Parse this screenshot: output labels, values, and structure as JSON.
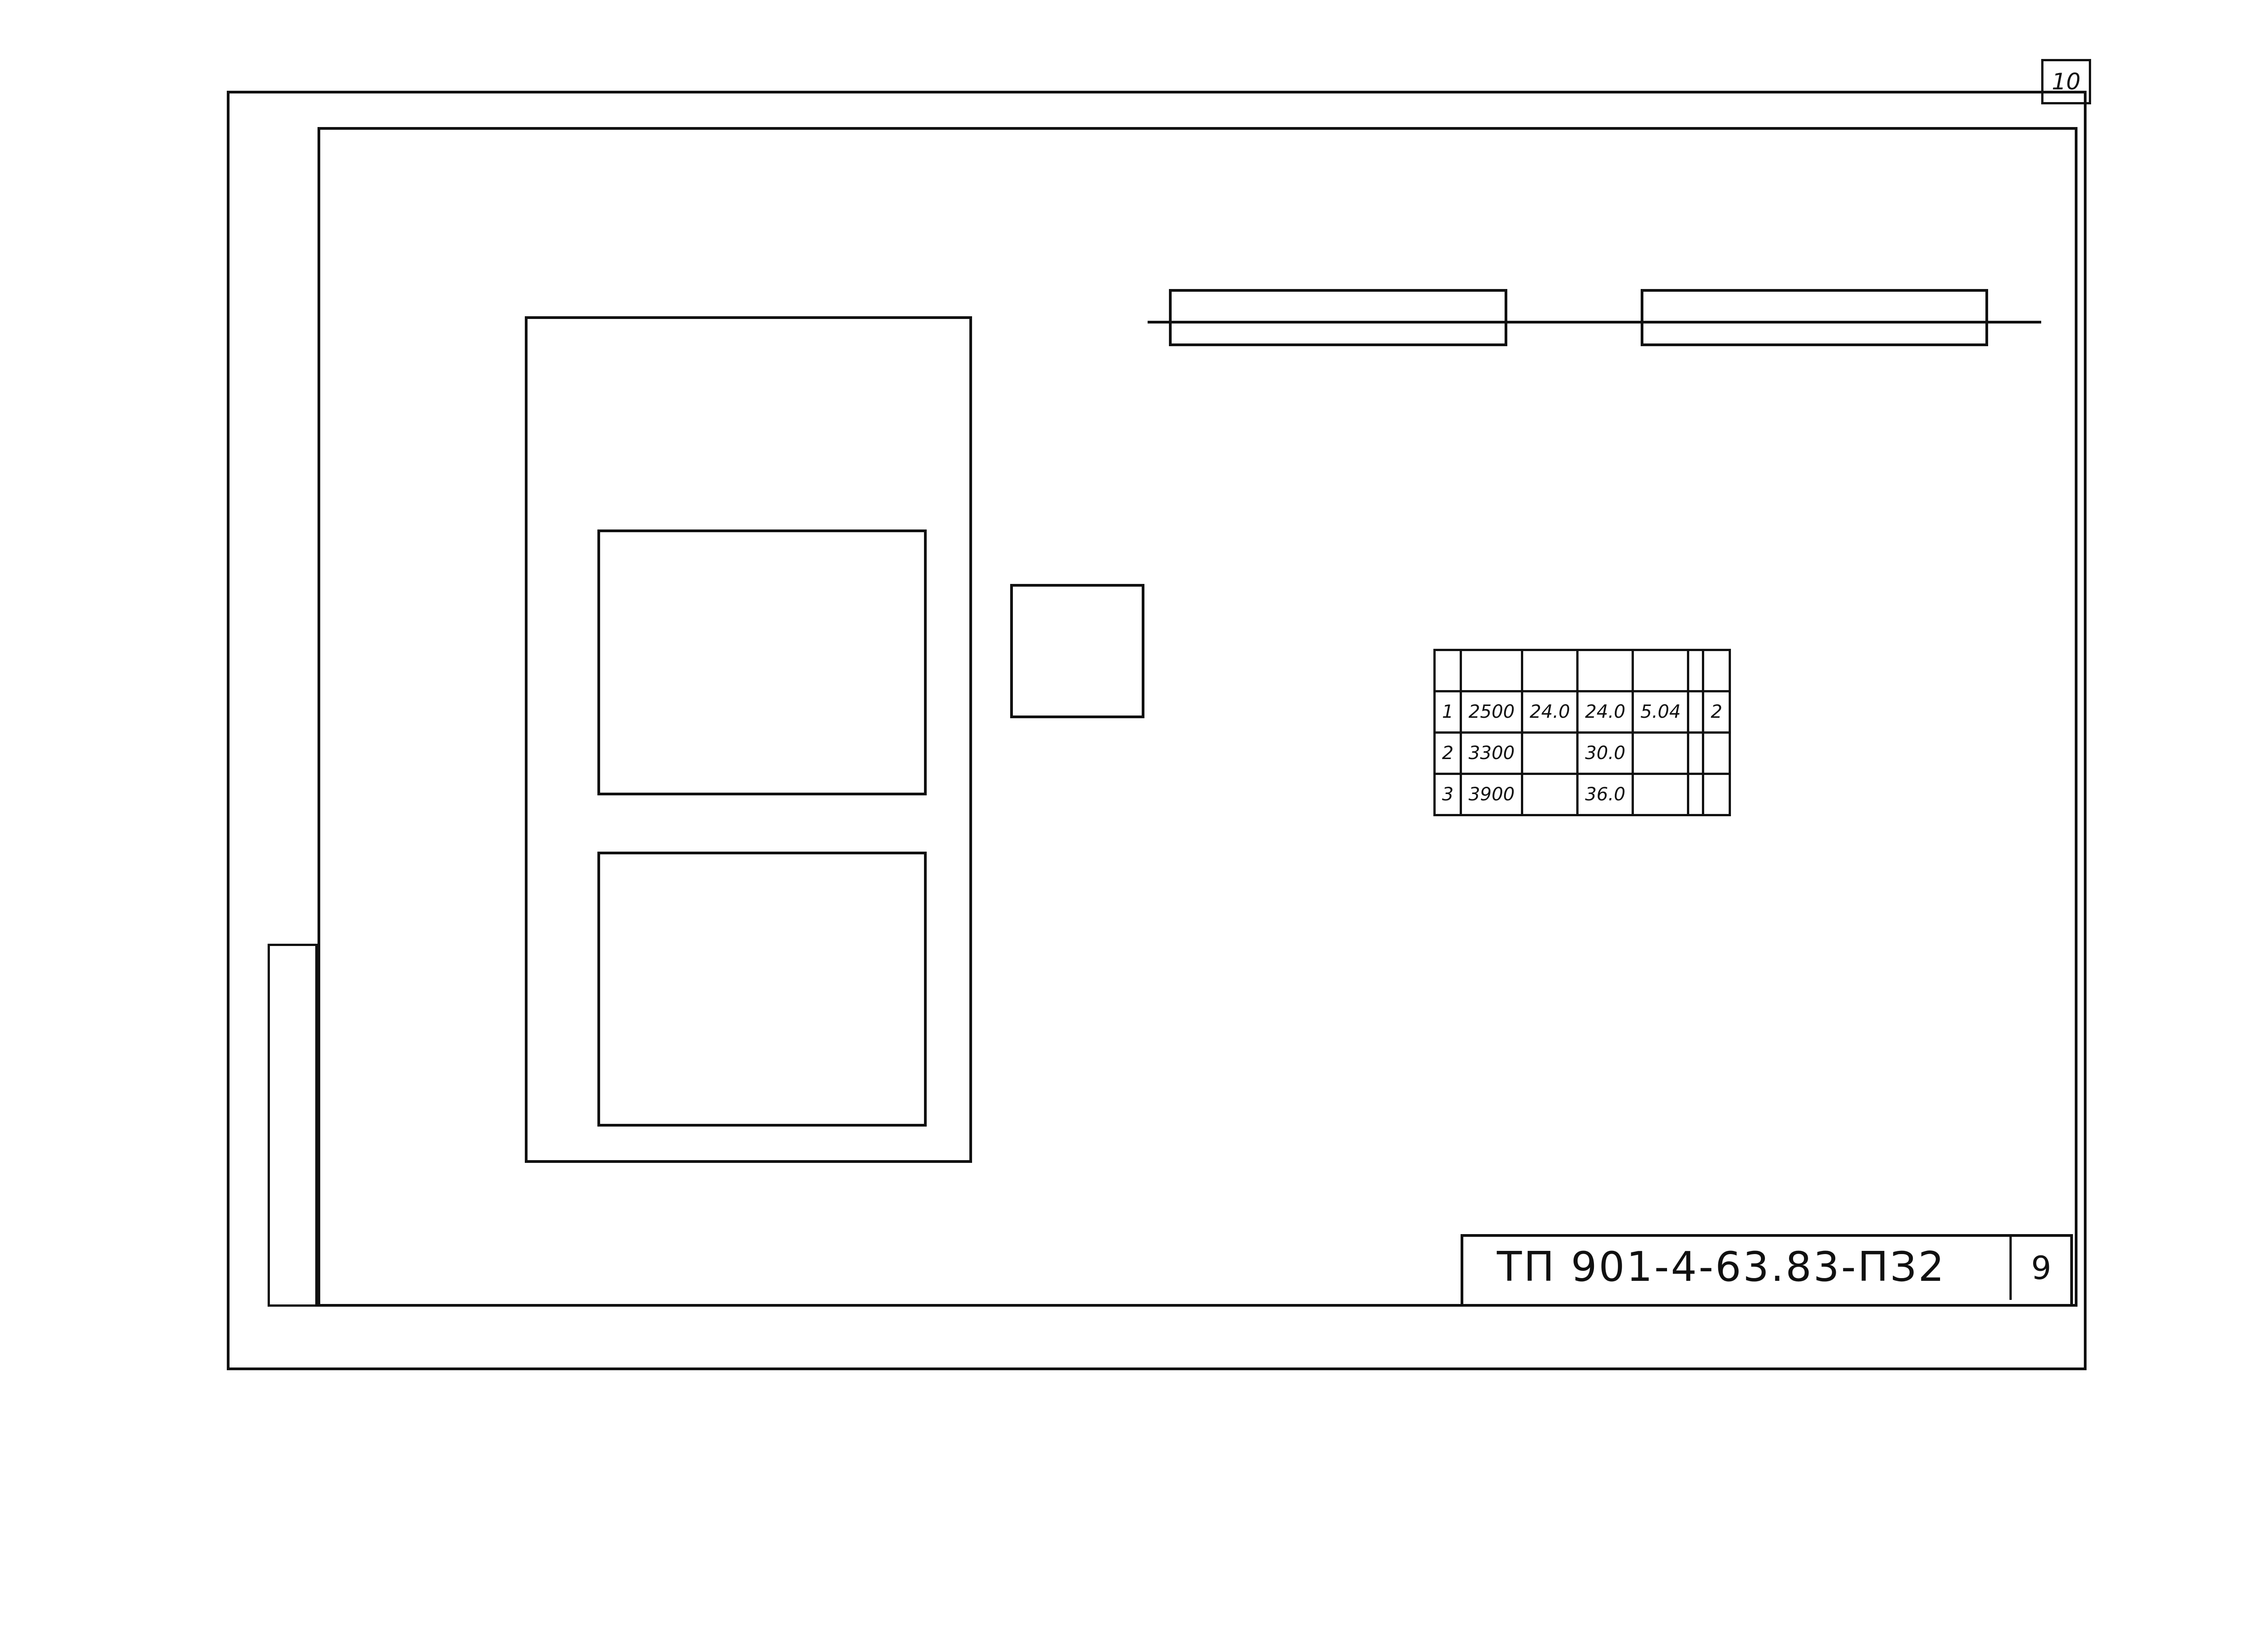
{
  "title": "",
  "album_label": "",
  "page_number_top": "10",
  "doc_code": "ТП 901-4-63.83-ПЗ2",
  "sheet_number": "9",
  "archive_code": "",
  "table": {
    "caption_line1": "",
    "caption_line2": "",
    "headers": [
      "",
      "",
      "",
      "",
      "",
      "",
      ""
    ],
    "rows": [
      [
        "1",
        "2500",
        "24.0",
        "24.0",
        "5.04",
        "",
        "2"
      ],
      [
        "2",
        "3300",
        "",
        "30.0",
        "",
        "",
        ""
      ],
      [
        "3",
        "3900",
        "",
        "36.0",
        "",
        "",
        ""
      ]
    ]
  },
  "notes": {
    "platform": "",
    "well": ""
  }
}
